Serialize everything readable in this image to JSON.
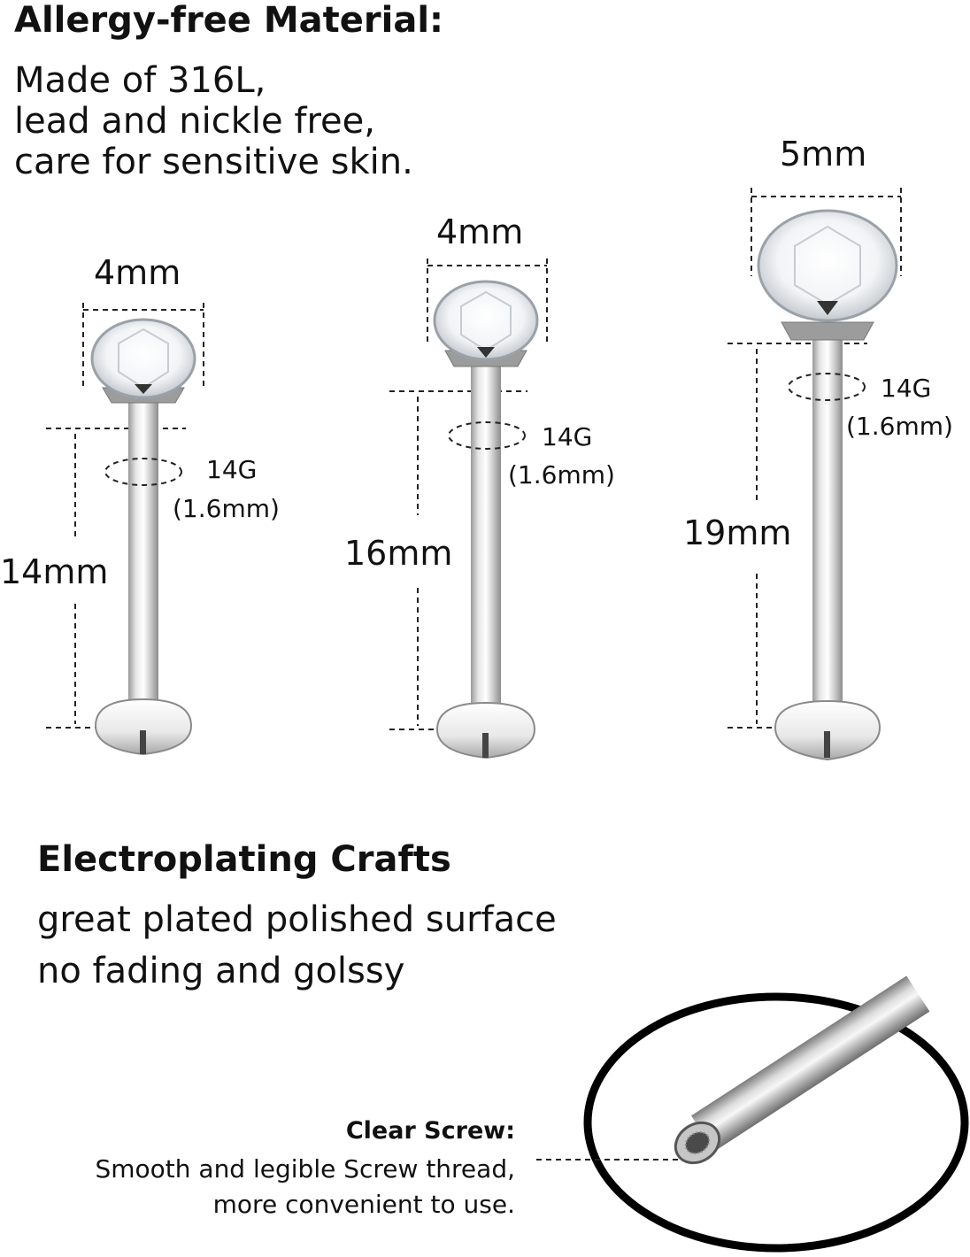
{
  "allergy": {
    "title": "Allergy-free Material:",
    "lines": [
      "Made of 316L,",
      "lead and nickle free,",
      "care for sensitive skin."
    ]
  },
  "products": [
    {
      "top_width": "4mm",
      "gauge": "14G",
      "gauge_mm": "(1.6mm)",
      "length": "14mm"
    },
    {
      "top_width": "4mm",
      "gauge": "14G",
      "gauge_mm": "(1.6mm)",
      "length": "16mm"
    },
    {
      "top_width": "5mm",
      "gauge": "14G",
      "gauge_mm": "(1.6mm)",
      "length": "19mm"
    }
  ],
  "plating": {
    "title": "Electroplating Crafts",
    "lines": [
      "great plated polished surface",
      "no fading and golssy"
    ]
  },
  "screw": {
    "title": "Clear Screw:",
    "lines": [
      "Smooth and legible Screw thread,",
      "more convenient to use."
    ]
  }
}
